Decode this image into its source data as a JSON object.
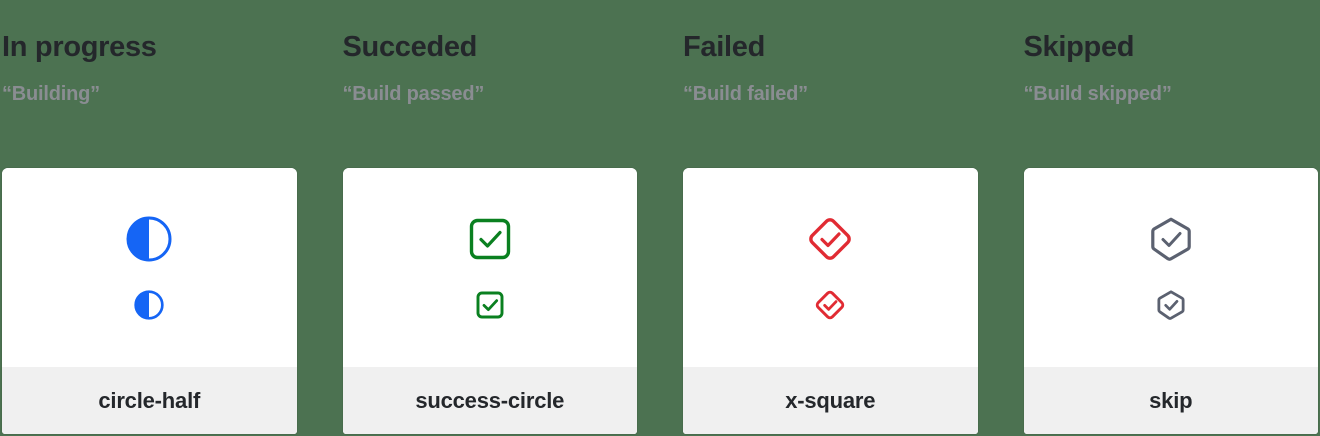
{
  "page": {
    "background_color": "#4c7251"
  },
  "columns": [
    {
      "title": "In progress",
      "subtitle": "“Building”",
      "icon_name": "circle-half-icon",
      "icon_label": "circle-half",
      "icon_color": "#1565f5"
    },
    {
      "title": "Succeded",
      "subtitle": "“Build passed”",
      "icon_name": "success-circle-icon",
      "icon_label": "success-circle",
      "icon_color": "#0a8020"
    },
    {
      "title": "Failed",
      "subtitle": "“Build failed”",
      "icon_name": "x-square-icon",
      "icon_label": "x-square",
      "icon_color": "#e12b33"
    },
    {
      "title": "Skipped",
      "subtitle": "“Build skipped”",
      "icon_name": "skip-icon",
      "icon_label": "skip",
      "icon_color": "#5b6170"
    }
  ]
}
